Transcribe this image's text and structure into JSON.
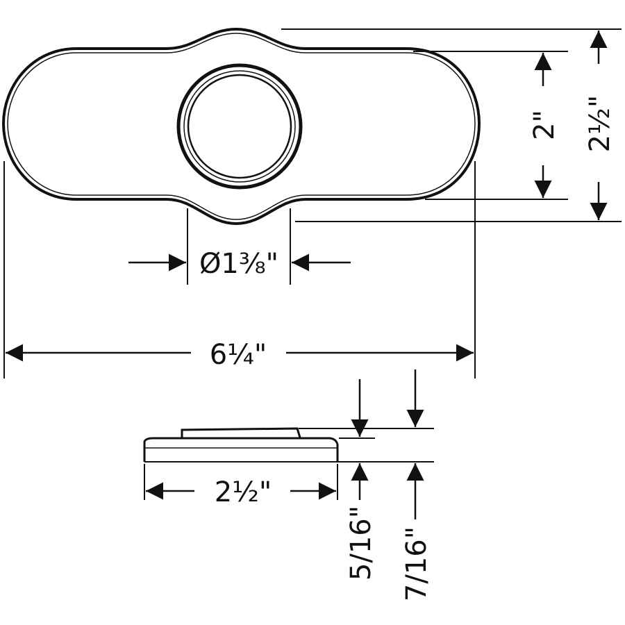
{
  "drawing": {
    "top_view": {
      "bore_diameter_label": "Ø1⅜\"",
      "overall_length_label": "6¼\"",
      "inner_height_label": "2\"",
      "overall_height_label": "2½\""
    },
    "side_view": {
      "base_width_label": "2½\"",
      "step_height_label": "5/16\"",
      "total_height_label": "7/16\""
    }
  }
}
